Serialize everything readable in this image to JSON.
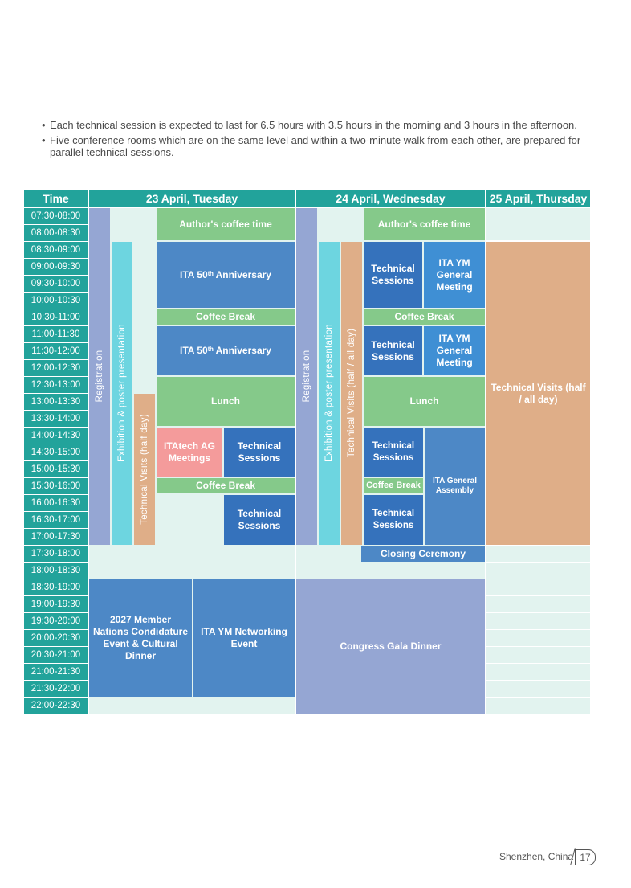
{
  "bullets": [
    "Each technical session is expected to last for 6.5 hours with 3.5 hours in the morning and 3 hours in the afternoon.",
    "Five conference rooms which are on the same level and within a two-minute walk from each other, are prepared for parallel technical sessions."
  ],
  "headers": {
    "time": "Time",
    "day1": "23 April, Tuesday",
    "day2": "24 April, Wednesday",
    "day3": "25 April, Thursday"
  },
  "time_slots": [
    "07:30-08:00",
    "08:00-08:30",
    "08:30-09:00",
    "09:00-09:30",
    "09:30-10:00",
    "10:00-10:30",
    "10:30-11:00",
    "11:00-11:30",
    "11:30-12:00",
    "12:00-12:30",
    "12:30-13:00",
    "13:00-13:30",
    "13:30-14:00",
    "14:00-14:30",
    "14:30-15:00",
    "15:00-15:30",
    "15:30-16:00",
    "16:00-16:30",
    "16:30-17:00",
    "17:00-17:30",
    "17:30-18:00",
    "18:00-18:30",
    "18:30-19:00",
    "19:00-19:30",
    "19:30-20:00",
    "20:00-20:30",
    "20:30-21:00",
    "21:00-21:30",
    "21:30-22:00",
    "22:00-22:30"
  ],
  "day1": {
    "registration": "Registration",
    "exhibition": "Exhibition & poster presentation",
    "tech_visits": "Technical Visits (half day)",
    "coffee_time": "Author's coffee time",
    "anniversary_1": "ITA 50ᵗʰ Anniversary",
    "coffee_break_1": "Coffee Break",
    "anniversary_2": "ITA 50ᵗʰ Anniversary",
    "lunch": "Lunch",
    "itatech": "ITAtech AG Meetings",
    "tech_sessions_1": "Technical Sessions",
    "coffee_break_2": "Coffee Break",
    "tech_sessions_2": "Technical Sessions",
    "member_nations": "2027 Member Nations Condidature Event & Cultural Dinner",
    "ym_networking": "ITA YM Networking Event"
  },
  "day2": {
    "registration": "Registration",
    "exhibition": "Exhibition & poster presentation",
    "tech_visits": "Technical Visits (half / all day)",
    "coffee_time": "Author's coffee time",
    "tech_sessions_1": "Technical Sessions",
    "ym_meeting_1": "ITA YM General Meeting",
    "coffee_break_1": "Coffee Break",
    "tech_sessions_2": "Technical Sessions",
    "ym_meeting_2": "ITA YM General Meeting",
    "lunch": "Lunch",
    "tech_sessions_3": "Technical Sessions",
    "general_assembly": "ITA General Assembly",
    "coffee_break_2": "Coffee Break",
    "tech_sessions_4": "Technical Sessions",
    "closing": "Closing Ceremony",
    "gala": "Congress Gala Dinner"
  },
  "day3": {
    "tech_visits": "Technical Visits (half / all day)"
  },
  "colors": {
    "teal_header": "#22a39b",
    "pale": "#e2f3ef",
    "green": "#85c98a",
    "blue_med": "#4d88c6",
    "blue_dark": "#3572bc",
    "blue_bright": "#3f8fd4",
    "lavender": "#95a6d3",
    "cyan": "#6dd5e0",
    "tan": "#dfae88",
    "pink": "#f49b9b"
  },
  "footer": {
    "location": "Shenzhen, China",
    "page": "17"
  }
}
